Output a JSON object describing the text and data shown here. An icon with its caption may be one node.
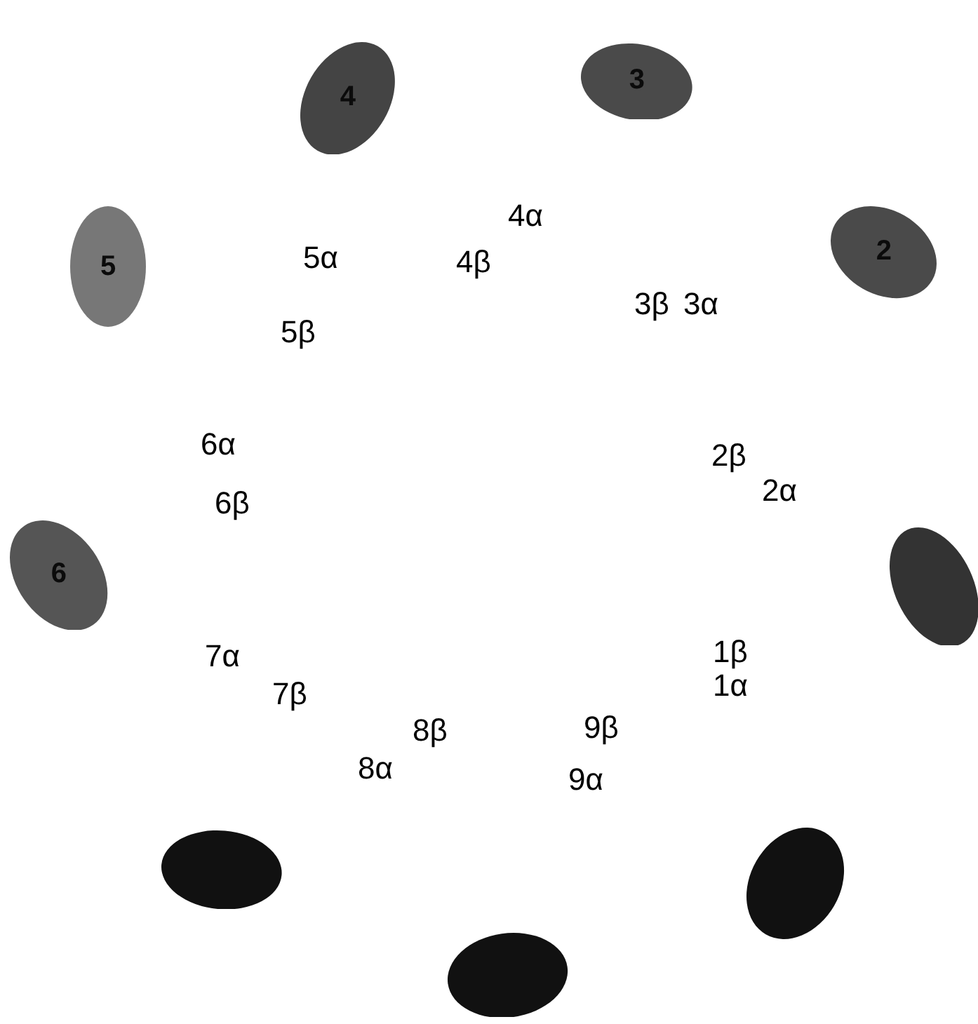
{
  "diagram": {
    "nodes": [
      {
        "text": [
          "4"
        ]
      },
      {
        "text": [
          "3"
        ]
      },
      {
        "text": [
          "5"
        ]
      },
      {
        "text": [
          "2"
        ]
      },
      {
        "text": [
          "6"
        ]
      },
      {
        "text": [],
        "shape": "ellipse"
      },
      {
        "text": [],
        "shape": "ellipse"
      },
      {
        "text": [],
        "shape": "ellipse"
      },
      {
        "text": [],
        "shape": "ellipse"
      }
    ],
    "labels": [
      "4α",
      "5α",
      "4β",
      "3β",
      "3α",
      "5β",
      "6α",
      "2β",
      "2α",
      "6β",
      "1β",
      "7α",
      "7β",
      "1α",
      "9β",
      "8β",
      "8α",
      "9α"
    ]
  }
}
